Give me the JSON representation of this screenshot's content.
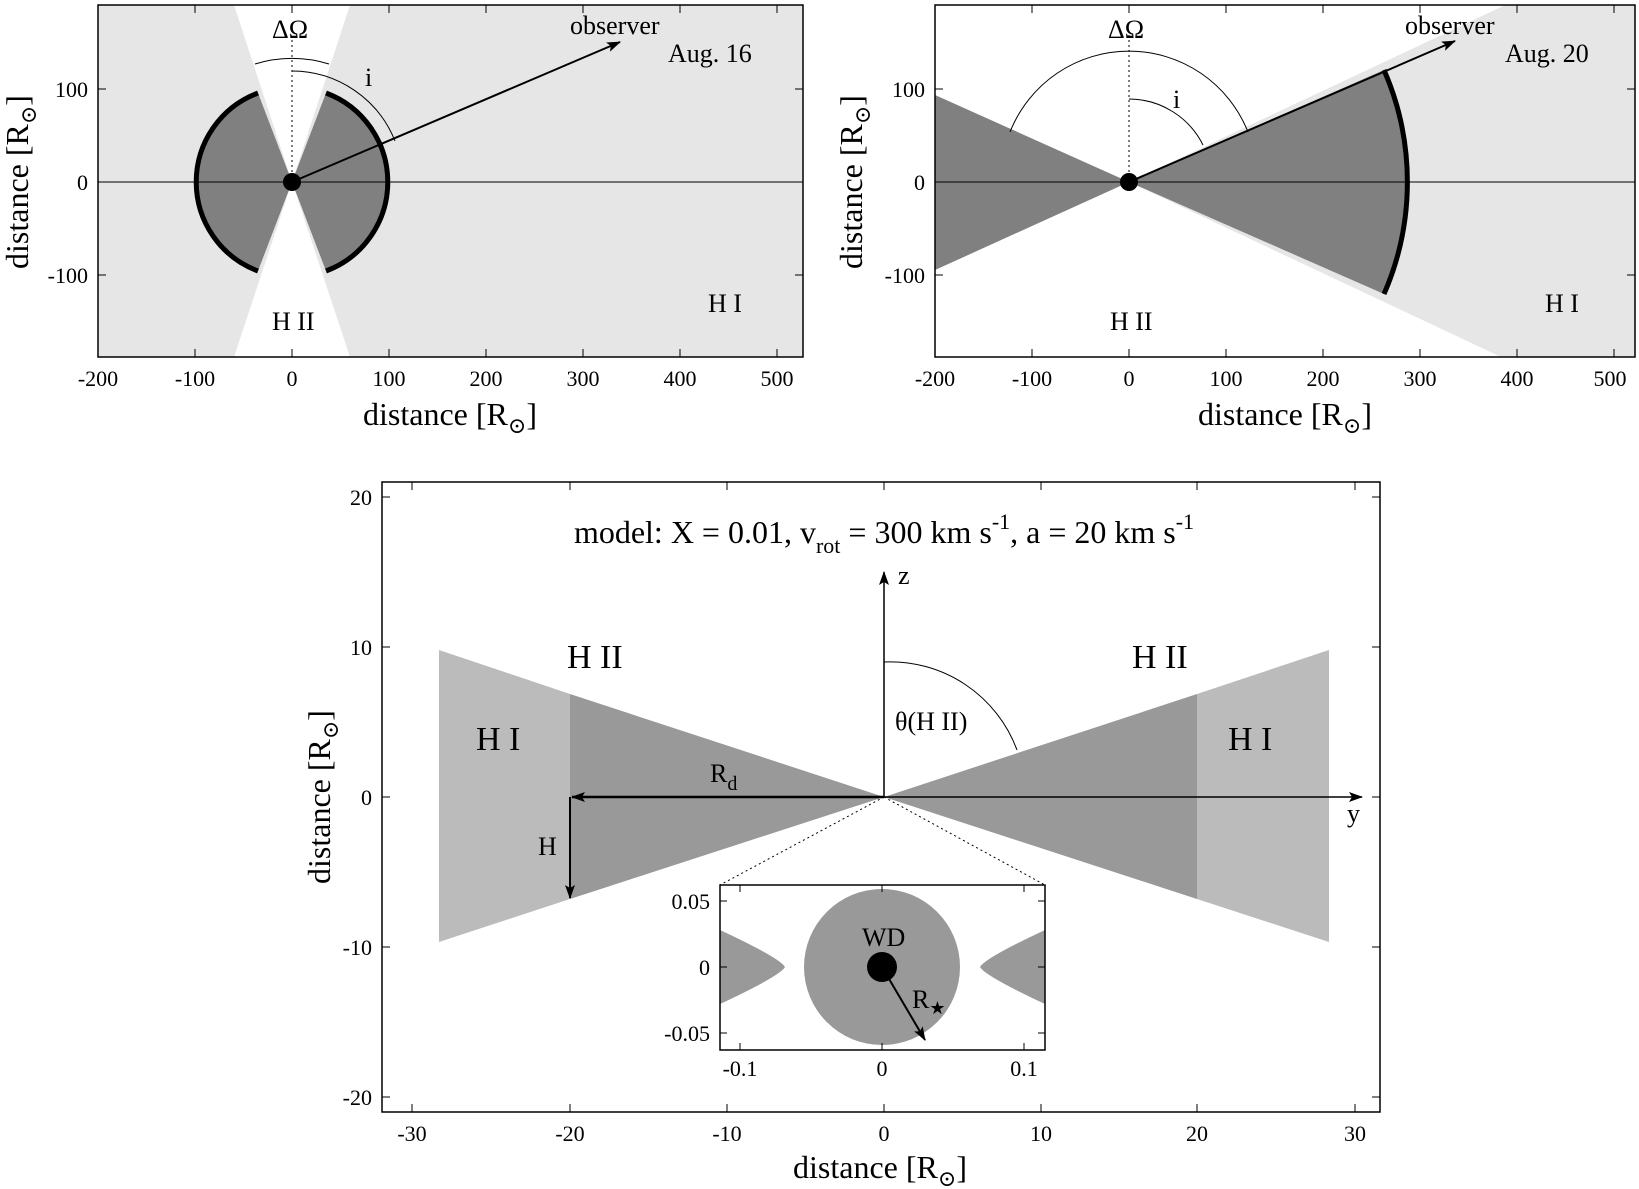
{
  "panels": {
    "aug16": {
      "date": "Aug. 16",
      "observer": "observer",
      "delta_omega": "ΔΩ",
      "inclination": "i",
      "region_ionized": "H II",
      "region_neutral": "H I",
      "xlabel_main": "distance [R",
      "xlabel_sub": "⊙",
      "xlabel_end": "]",
      "ylabel_main": "distance [R",
      "ylabel_sub": "⊙",
      "ylabel_end": "]",
      "xticks": [
        "-200",
        "-100",
        "0",
        "100",
        "200",
        "300",
        "400",
        "500"
      ],
      "yticks": [
        "100",
        "0",
        "-100"
      ]
    },
    "aug20": {
      "date": "Aug. 20",
      "observer": "observer",
      "delta_omega": "ΔΩ",
      "inclination": "i",
      "region_ionized": "H II",
      "region_neutral": "H I",
      "xlabel_main": "distance [R",
      "xlabel_sub": "⊙",
      "xlabel_end": "]",
      "ylabel_main": "distance [R",
      "ylabel_sub": "⊙",
      "ylabel_end": "]",
      "xticks": [
        "-200",
        "-100",
        "0",
        "100",
        "200",
        "300",
        "400",
        "500"
      ],
      "yticks": [
        "100",
        "0",
        "-100"
      ]
    },
    "model": {
      "title_a": "model: X = 0.01,  v",
      "title_b": "rot",
      "title_c": " = 300 km s",
      "title_d": "-1",
      "title_e": ",  a = 20 km s",
      "title_f": "-1",
      "z_axis": "z",
      "y_axis": "y",
      "theta_main": "θ(H II)",
      "hii_left": "H II",
      "hii_right": "H II",
      "hi_left": "H I",
      "hi_right": "H I",
      "rd_main": "R",
      "rd_sub": "d",
      "h_label": "H",
      "xlabel_main": "distance [R",
      "xlabel_sub": "⊙",
      "xlabel_end": "]",
      "ylabel_main": "distance [R",
      "ylabel_sub": "⊙",
      "ylabel_end": "]",
      "xticks": [
        "-30",
        "-20",
        "-10",
        "0",
        "10",
        "20",
        "30"
      ],
      "yticks": [
        "20",
        "10",
        "0",
        "-10",
        "-20"
      ]
    },
    "inset": {
      "wd": "WD",
      "rstar_main": "R",
      "rstar_sub": "★",
      "xticks": [
        "-0.1",
        "0",
        "0.1"
      ],
      "yticks": [
        "0.05",
        "0",
        "-0.05"
      ]
    }
  },
  "colors": {
    "neutral_light": "#e6e6e6",
    "shell_dark": "#808080",
    "model_hii": "#999999",
    "model_hi": "#bbbbbb",
    "inset_gray": "#999999"
  }
}
